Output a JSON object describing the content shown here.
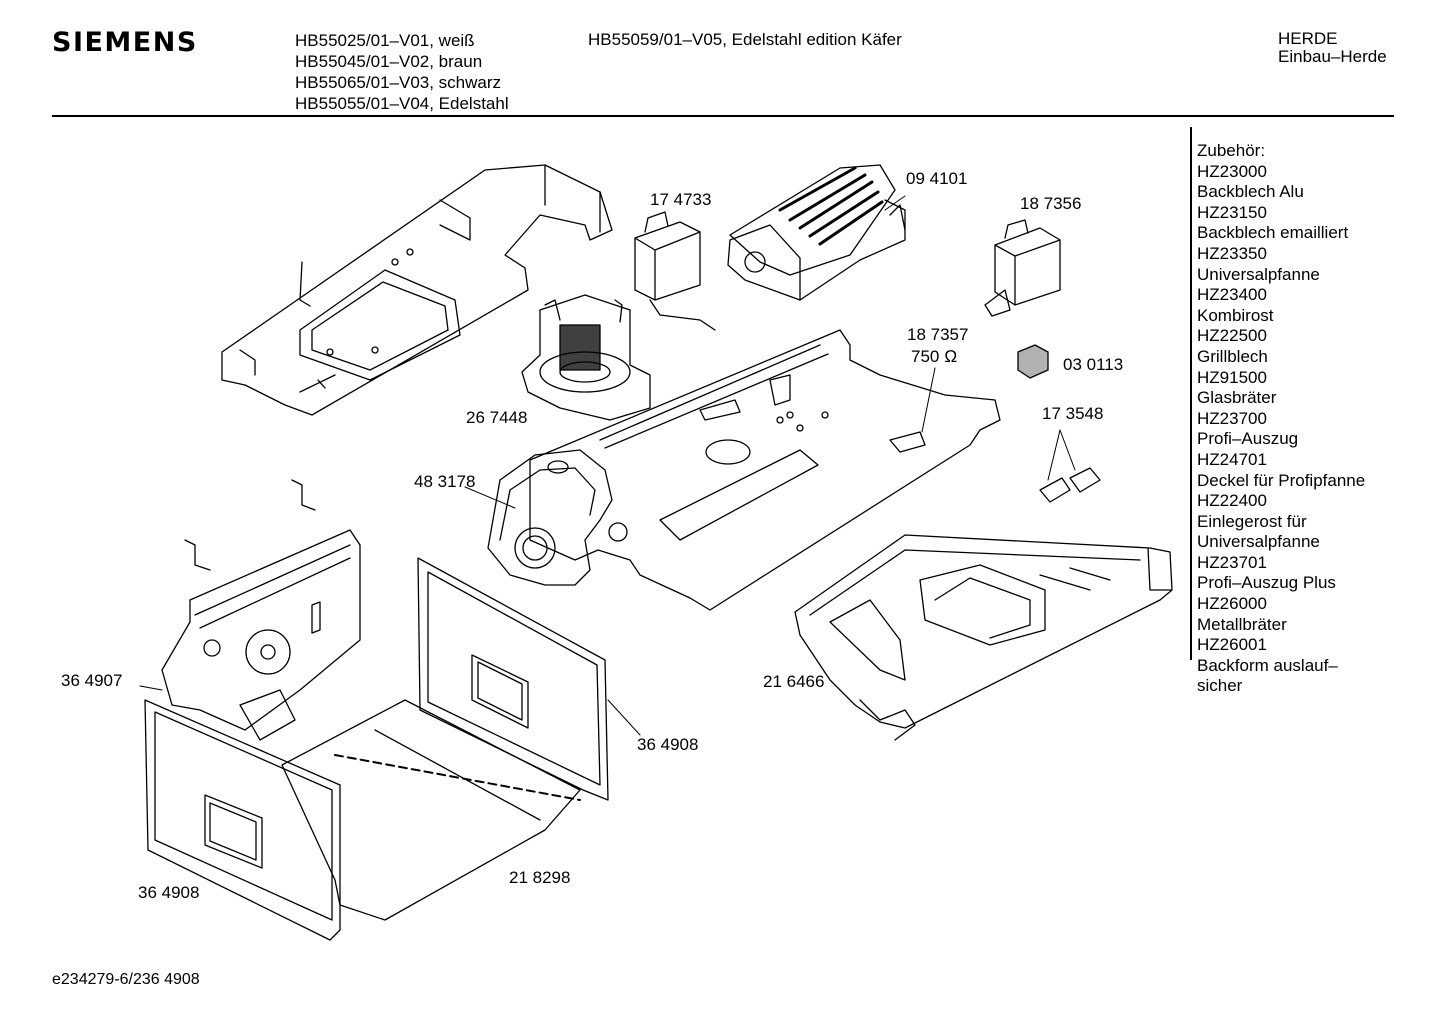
{
  "header": {
    "brand": "SIEMENS",
    "models": [
      "HB55025/01–V01, weiß",
      "HB55045/01–V02, braun",
      "HB55065/01–V03, schwarz",
      "HB55055/01–V04, Edelstahl"
    ],
    "model_extra": "HB55059/01–V05, Edelstahl edition Käfer",
    "category": "HERDE",
    "subcategory": "Einbau–Herde"
  },
  "accessories": {
    "title": "Zubehör:",
    "items": [
      "HZ23000",
      "Backblech Alu",
      "HZ23150",
      "Backblech emailliert",
      "HZ23350",
      "Universalpfanne",
      "HZ23400",
      "Kombirost",
      "HZ22500",
      "Grillblech",
      "HZ91500",
      "Glasbräter",
      "HZ23700",
      "Profi–Auszug",
      "HZ24701",
      "Deckel für Profipfanne",
      "HZ22400",
      "Einlegerost für",
      "Universalpfanne",
      "HZ23701",
      "Profi–Auszug Plus",
      "HZ26000",
      "Metallbräter",
      "HZ26001",
      "Backform auslauf–",
      "sicher"
    ]
  },
  "part_numbers": {
    "p174733": "17 4733",
    "p094101": "09 4101",
    "p187356": "18 7356",
    "p187357": "18 7357",
    "p187357_value": "750 Ω",
    "p030113": "03  0113",
    "p173548": "17 3548",
    "p267448": "26 7448",
    "p483178": "48 3178",
    "p364907": "36 4907",
    "p364908_right": "36 4908",
    "p216466": "21 6466",
    "p364908_bottom": "36 4908",
    "p218298": "21 8298"
  },
  "footer": {
    "drawing_id": "e234279-6/2",
    "drawing_ref": "36 4908"
  }
}
